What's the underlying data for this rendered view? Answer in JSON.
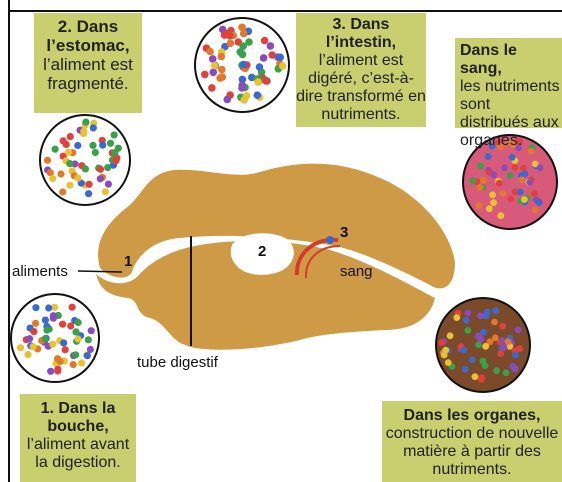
{
  "labels": {
    "stomach": {
      "bold": "2. Dans l’estomac,",
      "text": "l’aliment est fragmenté."
    },
    "intestine": {
      "bold": "3. Dans l’intestin,",
      "text": "l’aliment est digéré, c’est-à-dire transformé en nutriments."
    },
    "blood": {
      "bold": "Dans le sang,",
      "text": "les nutriments sont distribués aux organes."
    },
    "mouth": {
      "bold": "1. Dans la bouche,",
      "text": "l’aliment avant la digestion."
    },
    "organs": {
      "bold": "Dans les organes,",
      "text": "construction de nouvelle matière à partir des nutriments."
    }
  },
  "diagram": {
    "aliments": "aliments",
    "tube": "tube digestif",
    "sang": "sang",
    "n1": "1",
    "n2": "2",
    "n3": "3"
  },
  "colors": {
    "body": "#cf9a45",
    "label_box": "#c9cf6f",
    "blood_bg": "#d85a7a",
    "organs_bg": "#7a4a2a",
    "vessel": "#d63a2a"
  }
}
